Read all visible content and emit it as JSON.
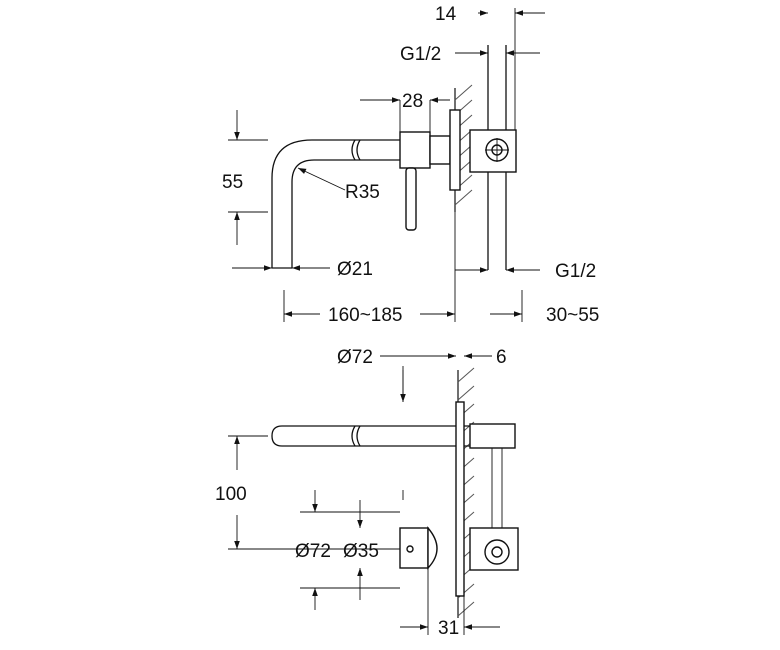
{
  "side_view": {
    "dim_14": "14",
    "dim_g12_top": "G1/2",
    "dim_28": "28",
    "dim_55": "55",
    "dim_r35": "R35",
    "dim_d21": "Ø21",
    "dim_g12_bottom": "G1/2",
    "dim_160_185": "160~185",
    "dim_30_55": "30~55"
  },
  "top_view": {
    "dim_d72_top": "Ø72",
    "dim_6": "6",
    "dim_100": "100",
    "dim_d72_left": "Ø72",
    "dim_d35": "Ø35",
    "dim_31": "31"
  }
}
